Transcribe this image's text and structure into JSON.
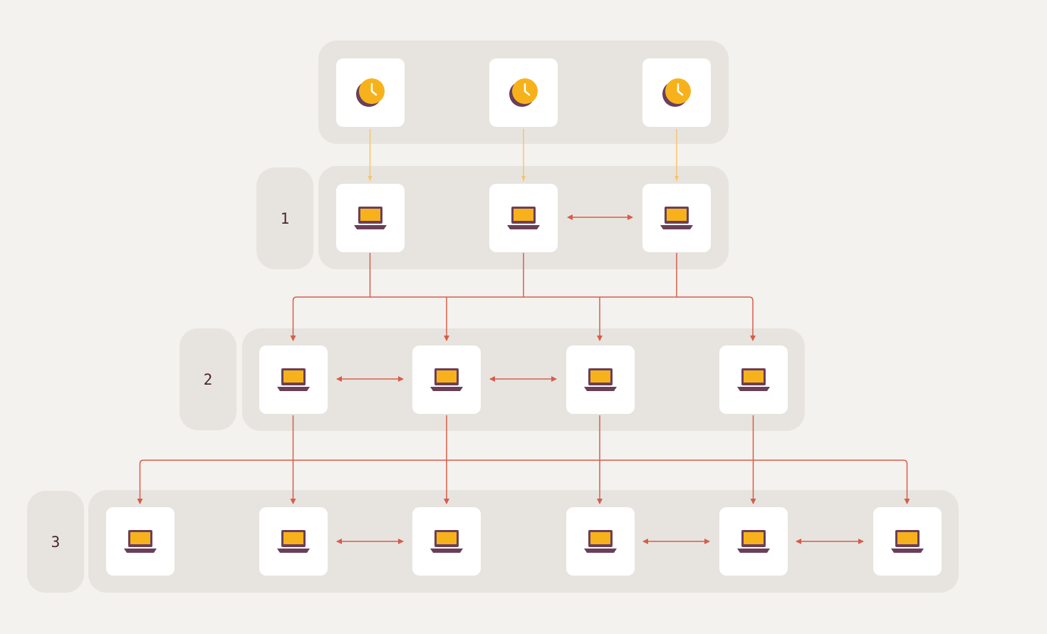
{
  "colors": {
    "background": "#f4f2ee",
    "band": "#e7e4df",
    "node": "#ffffff",
    "connector": "#d75c4a",
    "clock_connector": "#f6c46a",
    "icon_accent": "#f7b21b",
    "icon_dark": "#6a3f5a",
    "label_text": "#4a2430"
  },
  "tiers": [
    {
      "label": "1"
    },
    {
      "label": "2"
    },
    {
      "label": "3"
    }
  ],
  "clock_row": {
    "icon": "clock-icon",
    "count": 3
  },
  "icon_names": {
    "clock": "clock-icon",
    "laptop": "laptop-icon"
  }
}
